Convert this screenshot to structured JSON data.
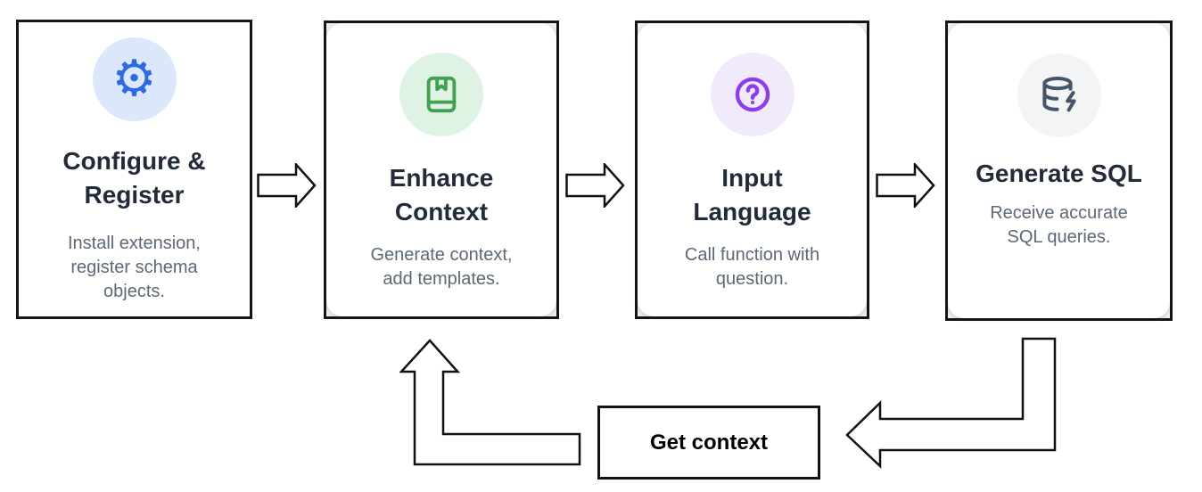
{
  "diagram": {
    "steps": [
      {
        "title": "Configure &\nRegister",
        "description": "Install extension,\nregister schema\nobjects.",
        "icon": "gear-icon",
        "icon_color": "#2f6ae2",
        "icon_bg": "#dbe7fb"
      },
      {
        "title": "Enhance\nContext",
        "description": "Generate context,\nadd templates.",
        "icon": "book-icon",
        "icon_color": "#43a04f",
        "icon_bg": "#def3e3"
      },
      {
        "title": "Input\nLanguage",
        "description": "Call function with\nquestion.",
        "icon": "help-circle-icon",
        "icon_color": "#8b3fe8",
        "icon_bg": "#f1e9fc"
      },
      {
        "title": "Generate SQL",
        "description": "Receive accurate\nSQL queries.",
        "icon": "database-zap-icon",
        "icon_color": "#475569",
        "icon_bg": "#f2f4f6"
      }
    ],
    "loop_label": "Get context",
    "colors": {
      "card_border": "#151515",
      "title_text": "#222b3a",
      "desc_text": "#5d6877",
      "arrow_outline": "#111111",
      "background": "#ffffff"
    }
  }
}
